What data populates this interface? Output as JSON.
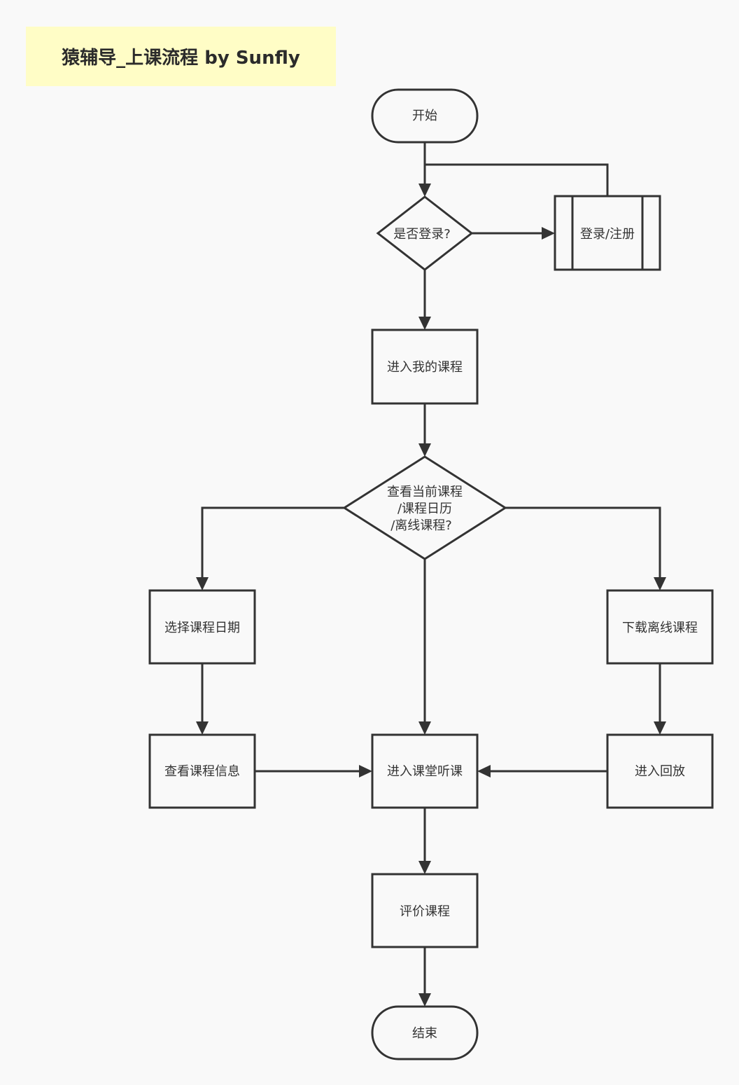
{
  "title": "猿辅导_上课流程 by Sunfly",
  "nodes": {
    "start": "开始",
    "is_logged_in": "是否登录?",
    "login_register": "登录/注册",
    "enter_my_courses": "进入我的课程",
    "view_choice": [
      "查看当前课程",
      "/课程日历",
      "/离线课程?"
    ],
    "select_course_date": "选择课程日期",
    "download_offline": "下载离线课程",
    "view_course_info": "查看课程信息",
    "enter_classroom": "进入课堂听课",
    "enter_replay": "进入回放",
    "rate_course": "评价课程",
    "end": "结束"
  },
  "colors": {
    "stroke": "#333333",
    "title_background": "#fffdc6",
    "background": "#f9f9f9"
  }
}
